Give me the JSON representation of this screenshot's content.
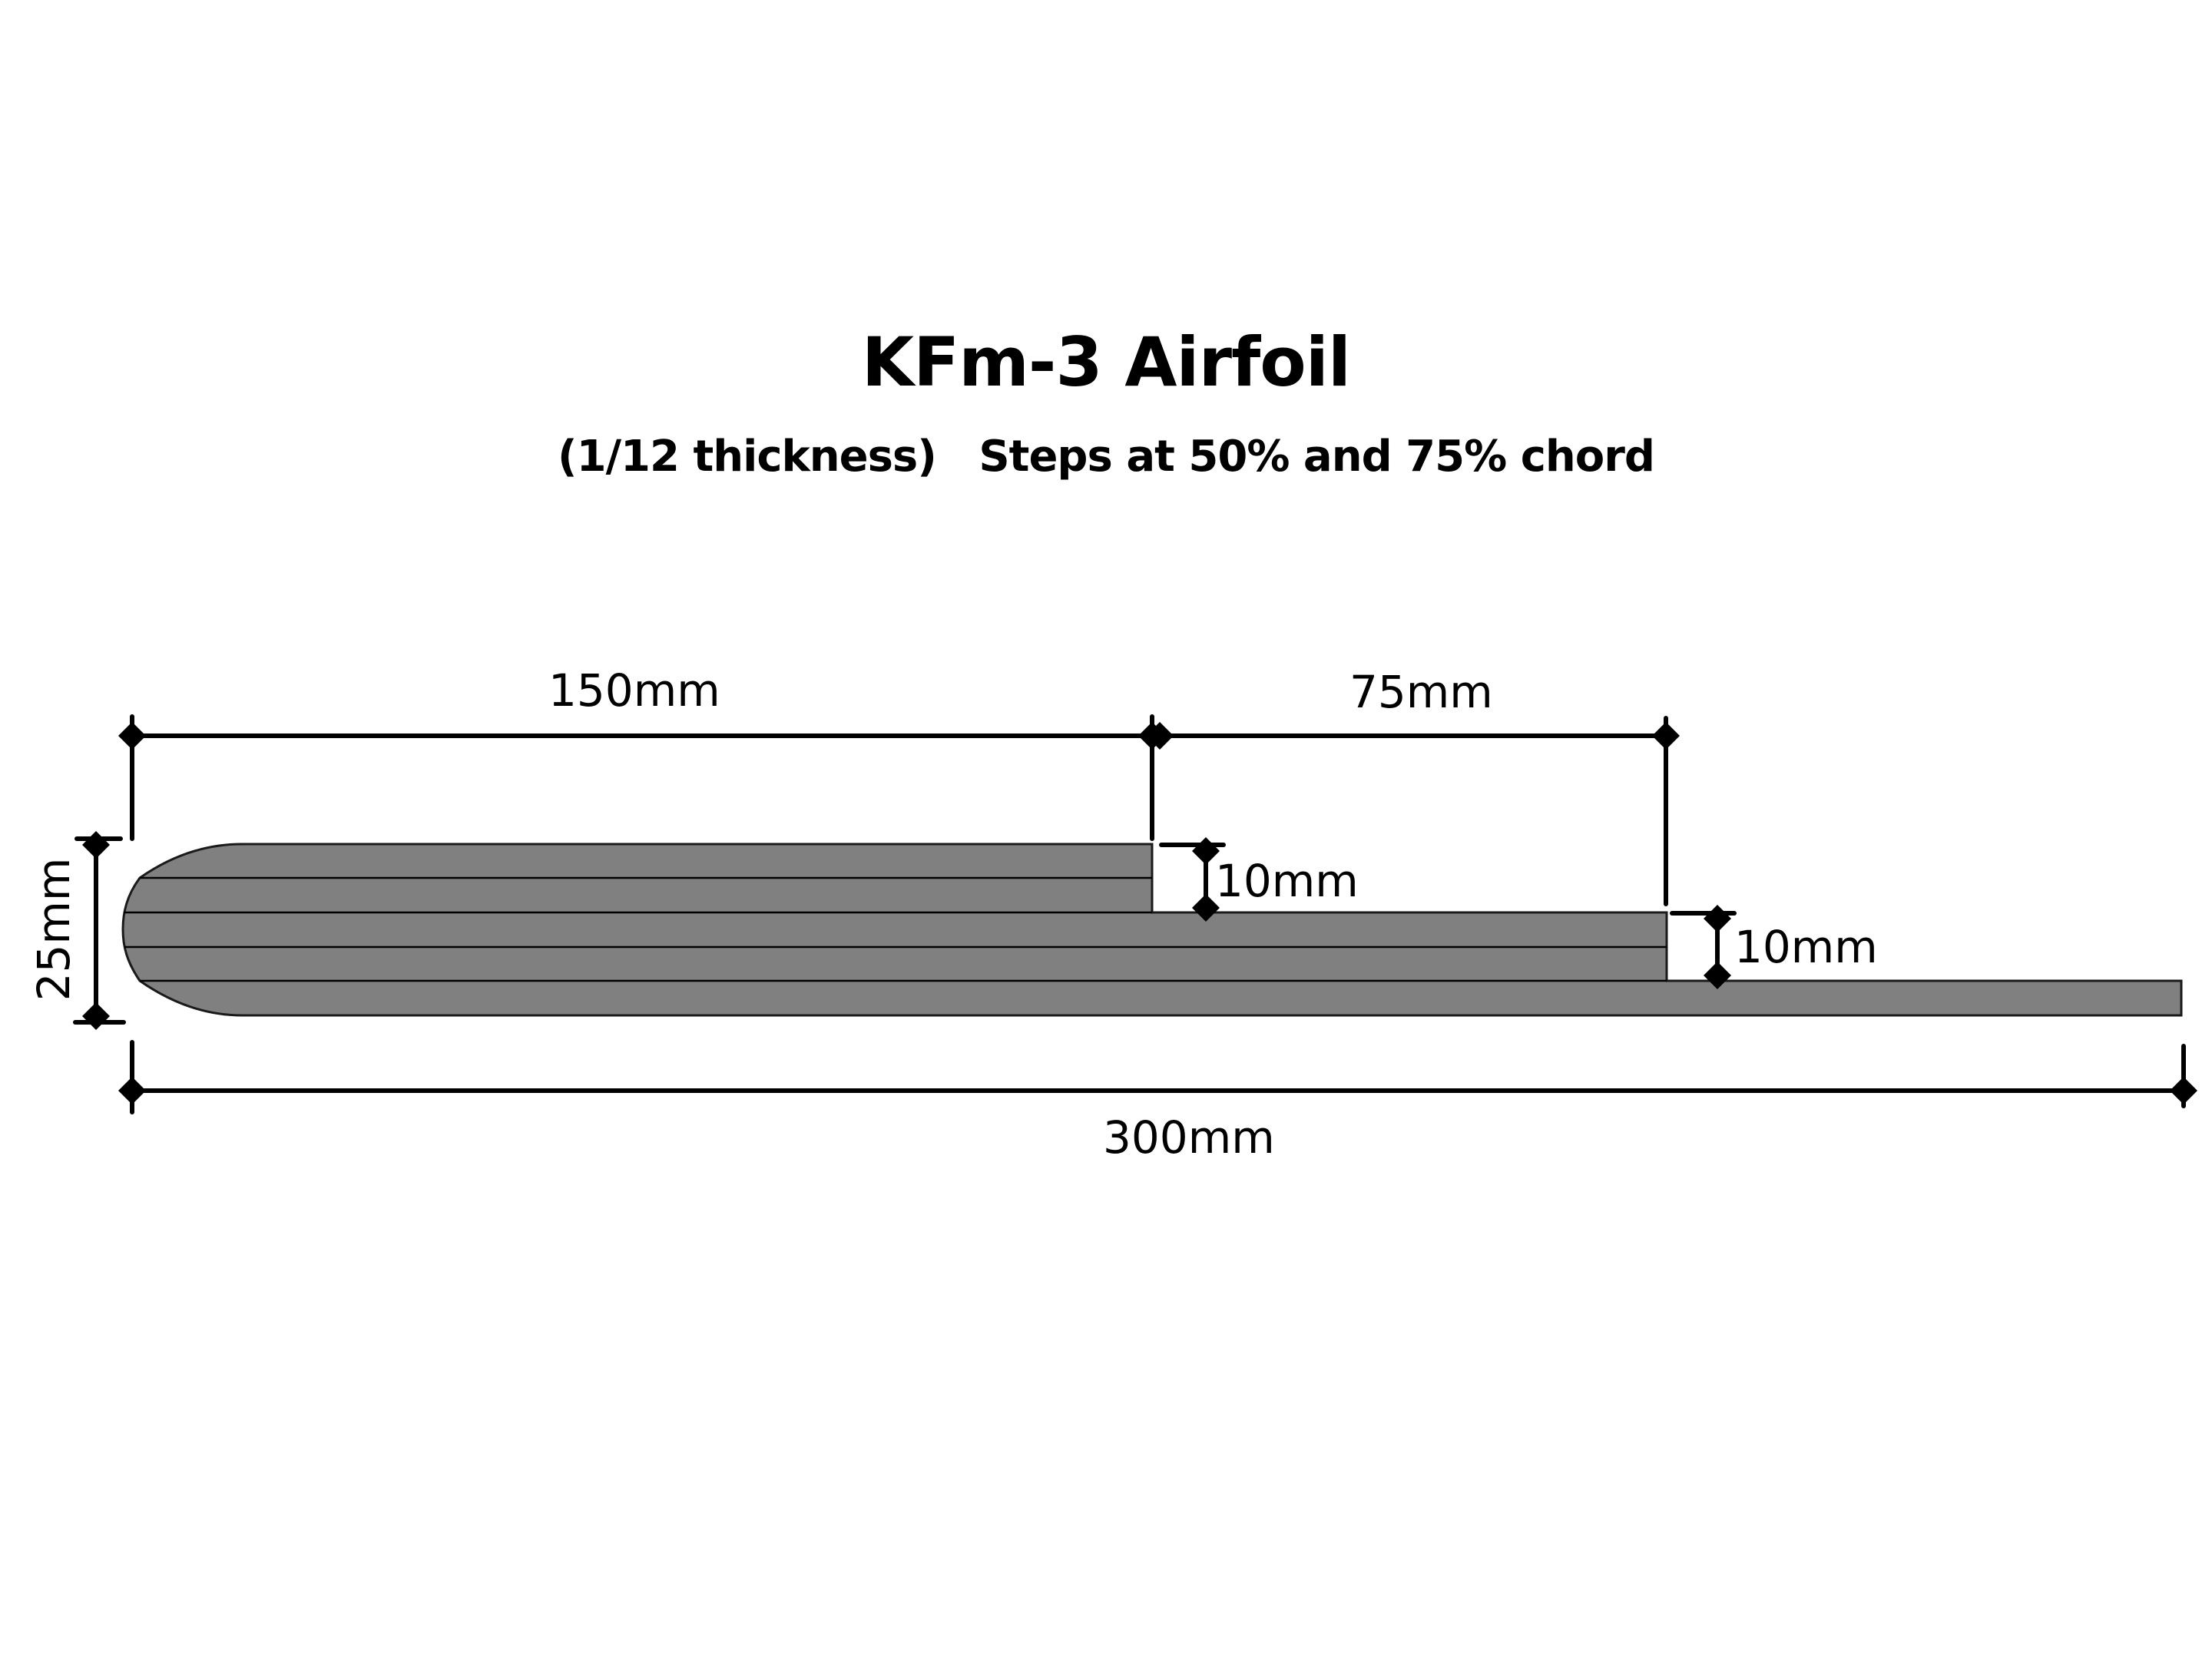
{
  "header": {
    "title": "KFm-3 Airfoil",
    "subtitle": "(1/12 thickness)   Steps at 50% and 75% chord"
  },
  "dimensions": {
    "chord_first_step": "150mm",
    "chord_second_step": "75mm",
    "step1_height": "10mm",
    "step2_height": "10mm",
    "total_chord": "300mm",
    "thickness": "25mm"
  },
  "colors": {
    "airfoil_fill": "#808080",
    "line": "#000000",
    "background": "#ffffff"
  },
  "chart_data": {
    "type": "diagram",
    "title": "KFm-3 Airfoil",
    "subtitle": "(1/12 thickness)   Steps at 50% and 75% chord",
    "chord_mm": 300,
    "thickness_mm": 25,
    "steps": [
      {
        "position_pct": 50,
        "position_mm": 150,
        "height_mm": 10
      },
      {
        "position_pct": 75,
        "position_mm": 225,
        "height_mm": 10
      }
    ],
    "segment_lengths_mm": [
      150,
      75
    ],
    "laminate_layers": 5
  }
}
